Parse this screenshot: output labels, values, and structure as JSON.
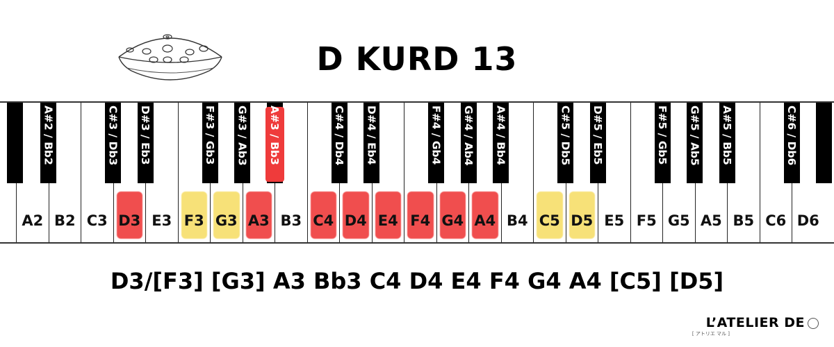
{
  "title": "D KURD 13",
  "colors": {
    "red": "#ef3b3b",
    "yellow": "#f7de6a",
    "black_key": "#000000"
  },
  "white_keys": [
    {
      "label": "A2",
      "hl": ""
    },
    {
      "label": "B2",
      "hl": ""
    },
    {
      "label": "C3",
      "hl": ""
    },
    {
      "label": "D3",
      "hl": "red"
    },
    {
      "label": "E3",
      "hl": ""
    },
    {
      "label": "F3",
      "hl": "yellow"
    },
    {
      "label": "G3",
      "hl": "yellow"
    },
    {
      "label": "A3",
      "hl": "red"
    },
    {
      "label": "B3",
      "hl": ""
    },
    {
      "label": "C4",
      "hl": "red"
    },
    {
      "label": "D4",
      "hl": "red"
    },
    {
      "label": "E4",
      "hl": "red"
    },
    {
      "label": "F4",
      "hl": "red"
    },
    {
      "label": "G4",
      "hl": "red"
    },
    {
      "label": "A4",
      "hl": "red"
    },
    {
      "label": "B4",
      "hl": ""
    },
    {
      "label": "C5",
      "hl": "yellow"
    },
    {
      "label": "D5",
      "hl": "yellow"
    },
    {
      "label": "E5",
      "hl": ""
    },
    {
      "label": "F5",
      "hl": ""
    },
    {
      "label": "G5",
      "hl": ""
    },
    {
      "label": "A5",
      "hl": ""
    },
    {
      "label": "B5",
      "hl": ""
    },
    {
      "label": "C6",
      "hl": ""
    },
    {
      "label": "D6",
      "hl": ""
    }
  ],
  "black_keys": [
    {
      "label": "",
      "hl": "",
      "after": -1
    },
    {
      "label": "A#2 / Bb2",
      "hl": "",
      "after": 0
    },
    {
      "label": "C#3 / Db3",
      "hl": "",
      "after": 2
    },
    {
      "label": "D#3 / Eb3",
      "hl": "",
      "after": 3
    },
    {
      "label": "F#3 / Gb3",
      "hl": "",
      "after": 5
    },
    {
      "label": "G#3 / Ab3",
      "hl": "",
      "after": 6
    },
    {
      "label": "A#3 / Bb3",
      "hl": "red",
      "after": 7
    },
    {
      "label": "C#4 / Db4",
      "hl": "",
      "after": 9
    },
    {
      "label": "D#4 / Eb4",
      "hl": "",
      "after": 10
    },
    {
      "label": "F#4 / Gb4",
      "hl": "",
      "after": 12
    },
    {
      "label": "G#4 / Ab4",
      "hl": "",
      "after": 13
    },
    {
      "label": "A#4 / Bb4",
      "hl": "",
      "after": 14
    },
    {
      "label": "C#5 / Db5",
      "hl": "",
      "after": 16
    },
    {
      "label": "D#5 / Eb5",
      "hl": "",
      "after": 17
    },
    {
      "label": "F#5 / Gb5",
      "hl": "",
      "after": 19
    },
    {
      "label": "G#5 / Ab5",
      "hl": "",
      "after": 20
    },
    {
      "label": "A#5 / Bb5",
      "hl": "",
      "after": 21
    },
    {
      "label": "C#6 / Db6",
      "hl": "",
      "after": 23
    },
    {
      "label": "",
      "hl": "",
      "after": 24
    }
  ],
  "scale_notes": "D3/[F3] [G3] A3 Bb3 C4 D4 E4 F4 G4 A4 [C5] [D5]",
  "brand": {
    "name": "L’ATELIER DE",
    "sub": "[ アトリエ マル ]",
    "logo_icon": "circle-icon"
  }
}
